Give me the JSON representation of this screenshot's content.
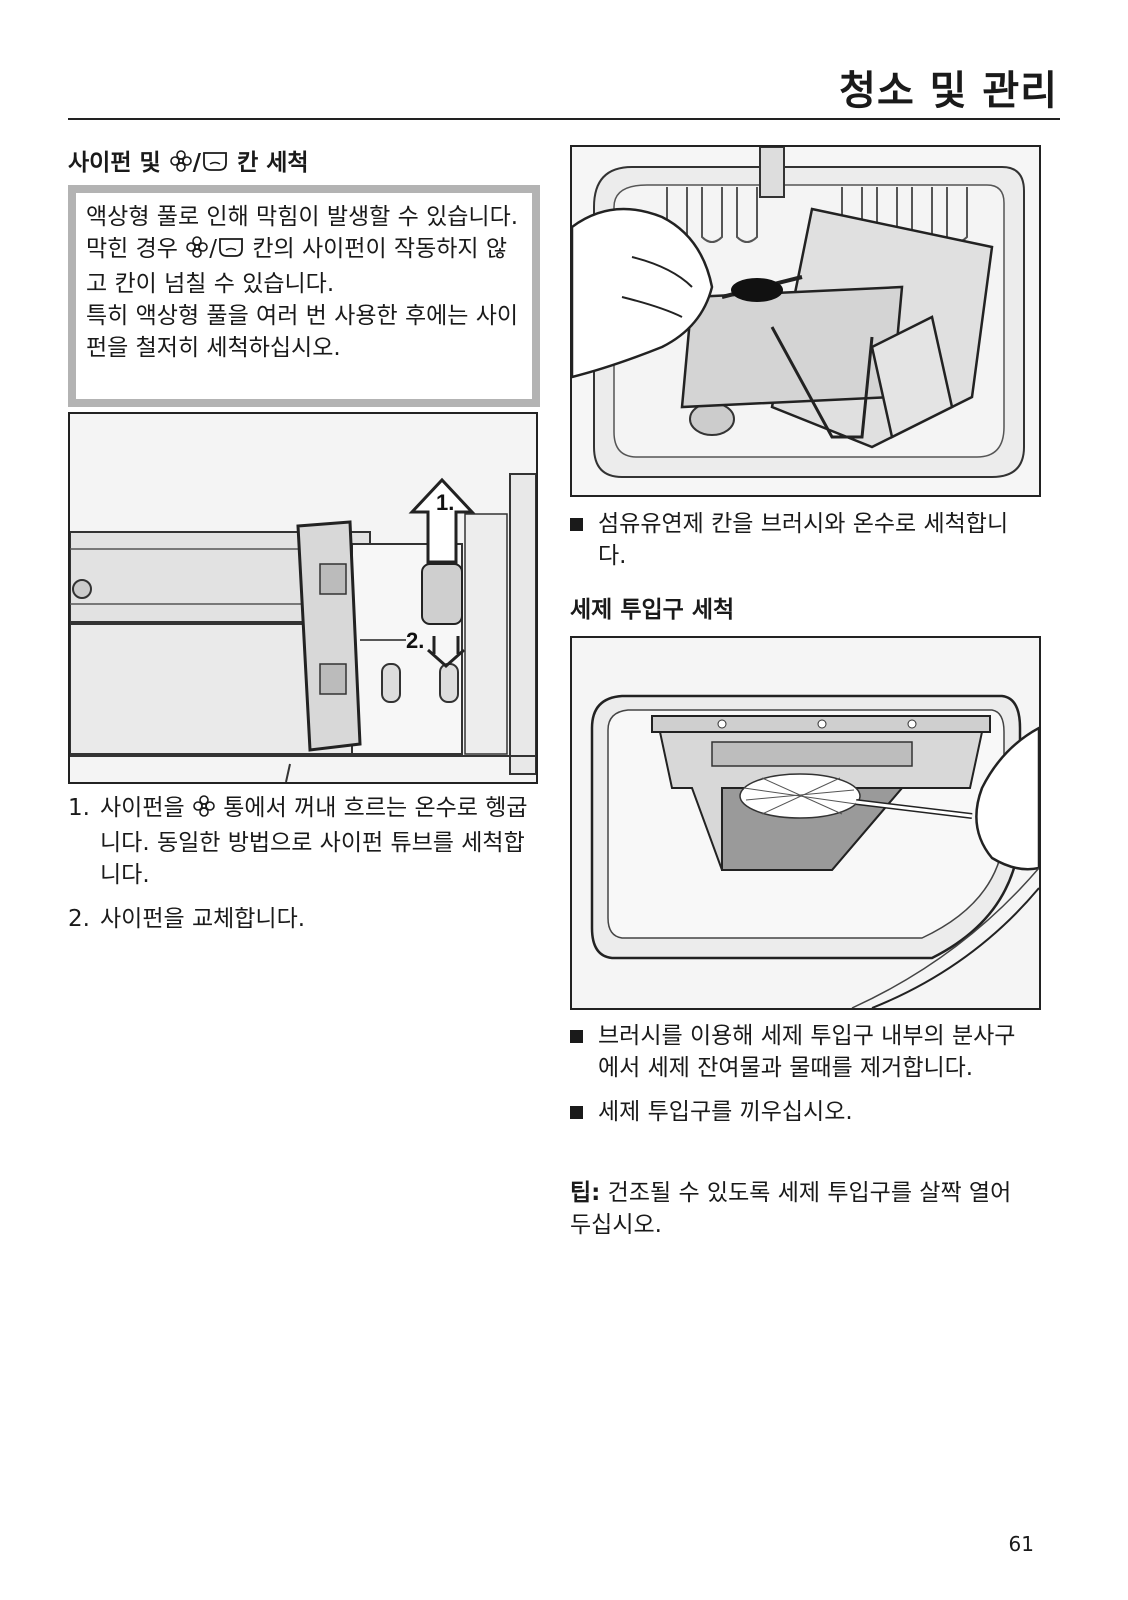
{
  "header": {
    "title": "청소 및 관리"
  },
  "section1": {
    "heading_pre": "사이펀 및 ",
    "heading_sep": "/",
    "heading_post": " 칸 세척",
    "notice_p1_a": "액상형 풀로 인해 막힘이 발생할 수 있습니다. 막힌 경우 ",
    "notice_p1_sep": "/",
    "notice_p1_b": " 칸의 사이펀이 작동하지 않고 칸이 넘칠 수 있습니다.",
    "notice_p2": "특히 액상형 풀을 여러 번 사용한 후에는 사이펀을 철저히 세척하십시오.",
    "figure_labels": {
      "step1": "1.",
      "step2": "2."
    },
    "steps": [
      {
        "num": "1.",
        "text_a": "사이펀을 ",
        "text_b": " 통에서 꺼내 흐르는 온수로 헹굽니다. 동일한 방법으로 사이펀 튜브를 세척합니다."
      },
      {
        "num": "2.",
        "text": "사이펀을 교체합니다."
      }
    ]
  },
  "section2": {
    "bullet1": "섬유유연제 칸을 브러시와 온수로 세척합니다."
  },
  "section3": {
    "heading": "세제 투입구 세척",
    "bullets": [
      "브러시를 이용해 세제 투입구 내부의 분사구에서 세제 잔여물과 물때를 제거합니다.",
      "세제 투입구를 끼우십시오."
    ],
    "tip_label": "팁:",
    "tip_text": " 건조될 수 있도록 세제 투입구를 살짝 열어 두십시오."
  },
  "icons": [
    "flower-icon",
    "starch-compartment-icon"
  ],
  "page_number": "61"
}
